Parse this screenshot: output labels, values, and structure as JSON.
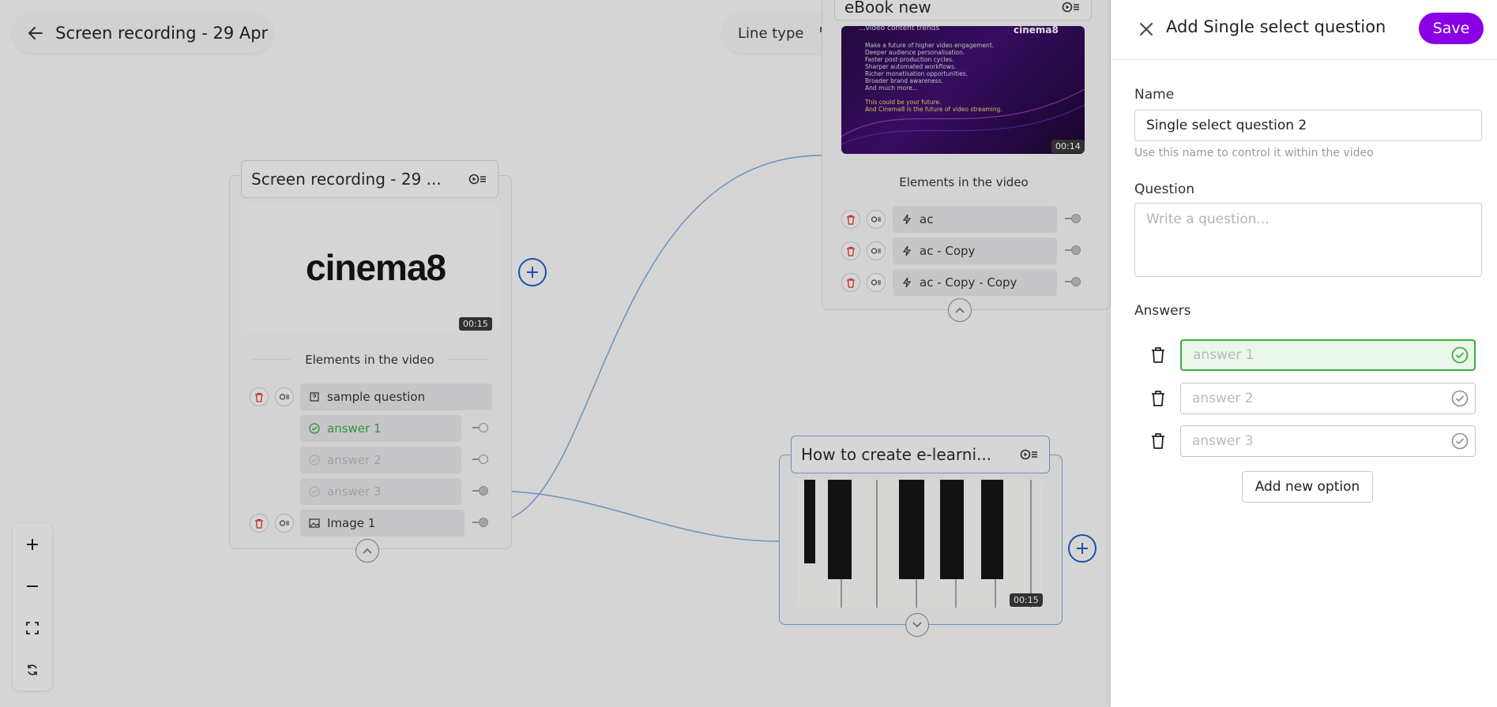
{
  "header": {
    "back_title": "Screen recording - 29 Apr ...",
    "line_type_label": "Line type"
  },
  "nodes": {
    "screen_recording": {
      "title": "Screen recording - 29 ...",
      "thumb_logo": "cinema8",
      "duration": "00:15",
      "elements_title": "Elements in the video",
      "elements": [
        {
          "label": "sample question",
          "type": "question"
        },
        {
          "label": "answer 1",
          "type": "answer-correct"
        },
        {
          "label": "answer 2",
          "type": "answer"
        },
        {
          "label": "answer 3",
          "type": "answer"
        },
        {
          "label": "Image 1",
          "type": "image"
        }
      ]
    },
    "ebook": {
      "title": "eBook new",
      "duration": "00:14",
      "thumb_heading": "...video content trends",
      "thumb_logo": "cinema8",
      "thumb_lines": [
        "Make a future of higher video engagement.",
        "Deeper audience personalisation.",
        "Faster post-production cycles.",
        "Sharper automated workflows.",
        "Richer monetisation opportunities.",
        "Broader brand awareness.",
        "And much more..."
      ],
      "thumb_tagline_1": "This could be your future.",
      "thumb_tagline_2": "And Cinema8 is the future of video streaming.",
      "elements_title": "Elements in the video",
      "elements": [
        {
          "label": "ac"
        },
        {
          "label": "ac - Copy"
        },
        {
          "label": "ac - Copy - Copy"
        }
      ]
    },
    "elearning": {
      "title": "How to create e-learni...",
      "duration": "00:15"
    }
  },
  "panel": {
    "title": "Add Single select question",
    "save_label": "Save",
    "name_label": "Name",
    "name_value": "Single select question 2",
    "name_help": "Use this name to control it within the video",
    "question_label": "Question",
    "question_placeholder": "Write a question...",
    "answers_label": "Answers",
    "answers": [
      {
        "placeholder": "answer 1",
        "correct": true
      },
      {
        "placeholder": "answer 2",
        "correct": false
      },
      {
        "placeholder": "answer 3",
        "correct": false
      }
    ],
    "add_option_label": "Add new option"
  },
  "colors": {
    "accent_purple": "#8a00e6",
    "accent_blue": "#1f5dc2",
    "correct_green": "#3fae3f"
  }
}
